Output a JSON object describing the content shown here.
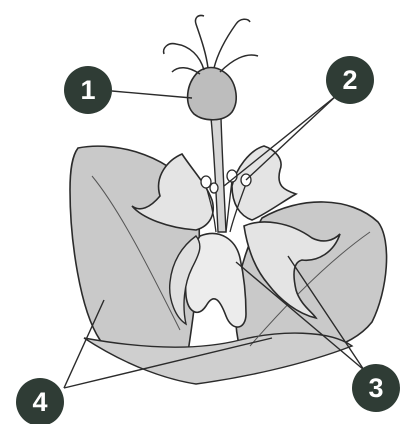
{
  "diagram": {
    "labels": [
      {
        "id": "1",
        "text": "1"
      },
      {
        "id": "2",
        "text": "2"
      },
      {
        "id": "3",
        "text": "3"
      },
      {
        "id": "4",
        "text": "4"
      }
    ],
    "colors": {
      "badge_fill": "#2f3c35",
      "badge_text": "#ffffff",
      "outline": "#2b2b2b",
      "leaf_fill": "#c9c9c9",
      "petal_fill": "#e4e4e4",
      "ovary_fill": "#bdbdbd"
    }
  }
}
